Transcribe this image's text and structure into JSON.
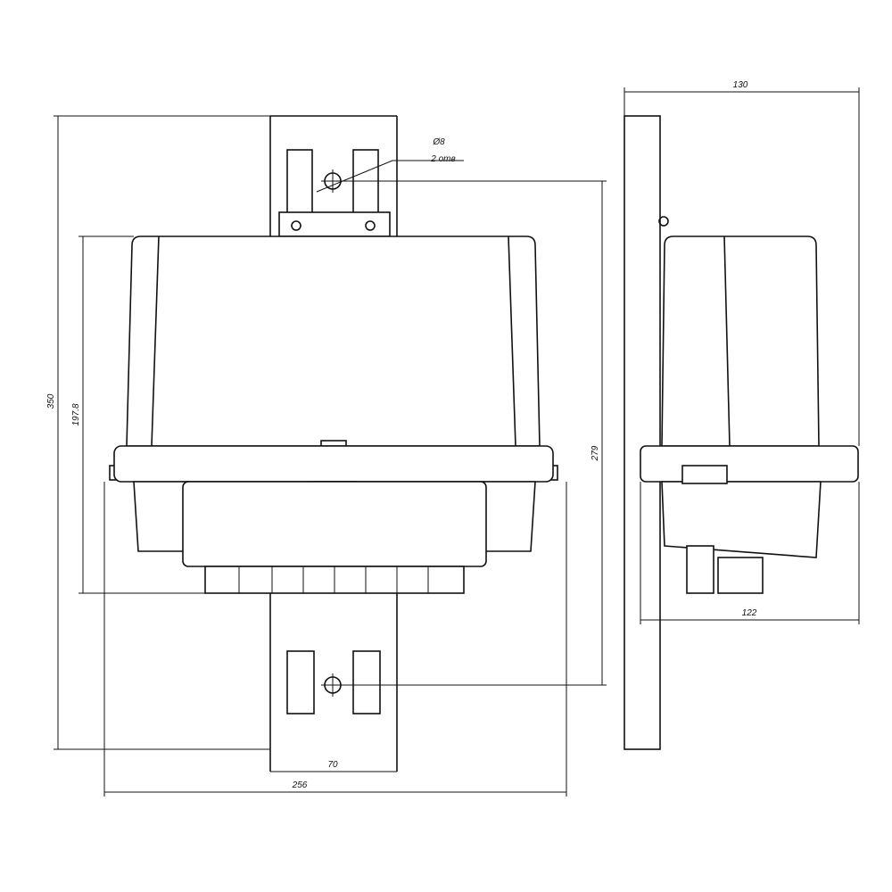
{
  "title": "Actuator mounting dimensions drawing",
  "dimensions": {
    "overall_height": "350",
    "body_height": "197.8",
    "hole_spacing": "279",
    "plate_width": "70",
    "overall_width": "256",
    "side_depth": "130",
    "side_body_depth": "122"
  },
  "hole_note": {
    "diameter": "Ø8",
    "count": "2 отв"
  }
}
